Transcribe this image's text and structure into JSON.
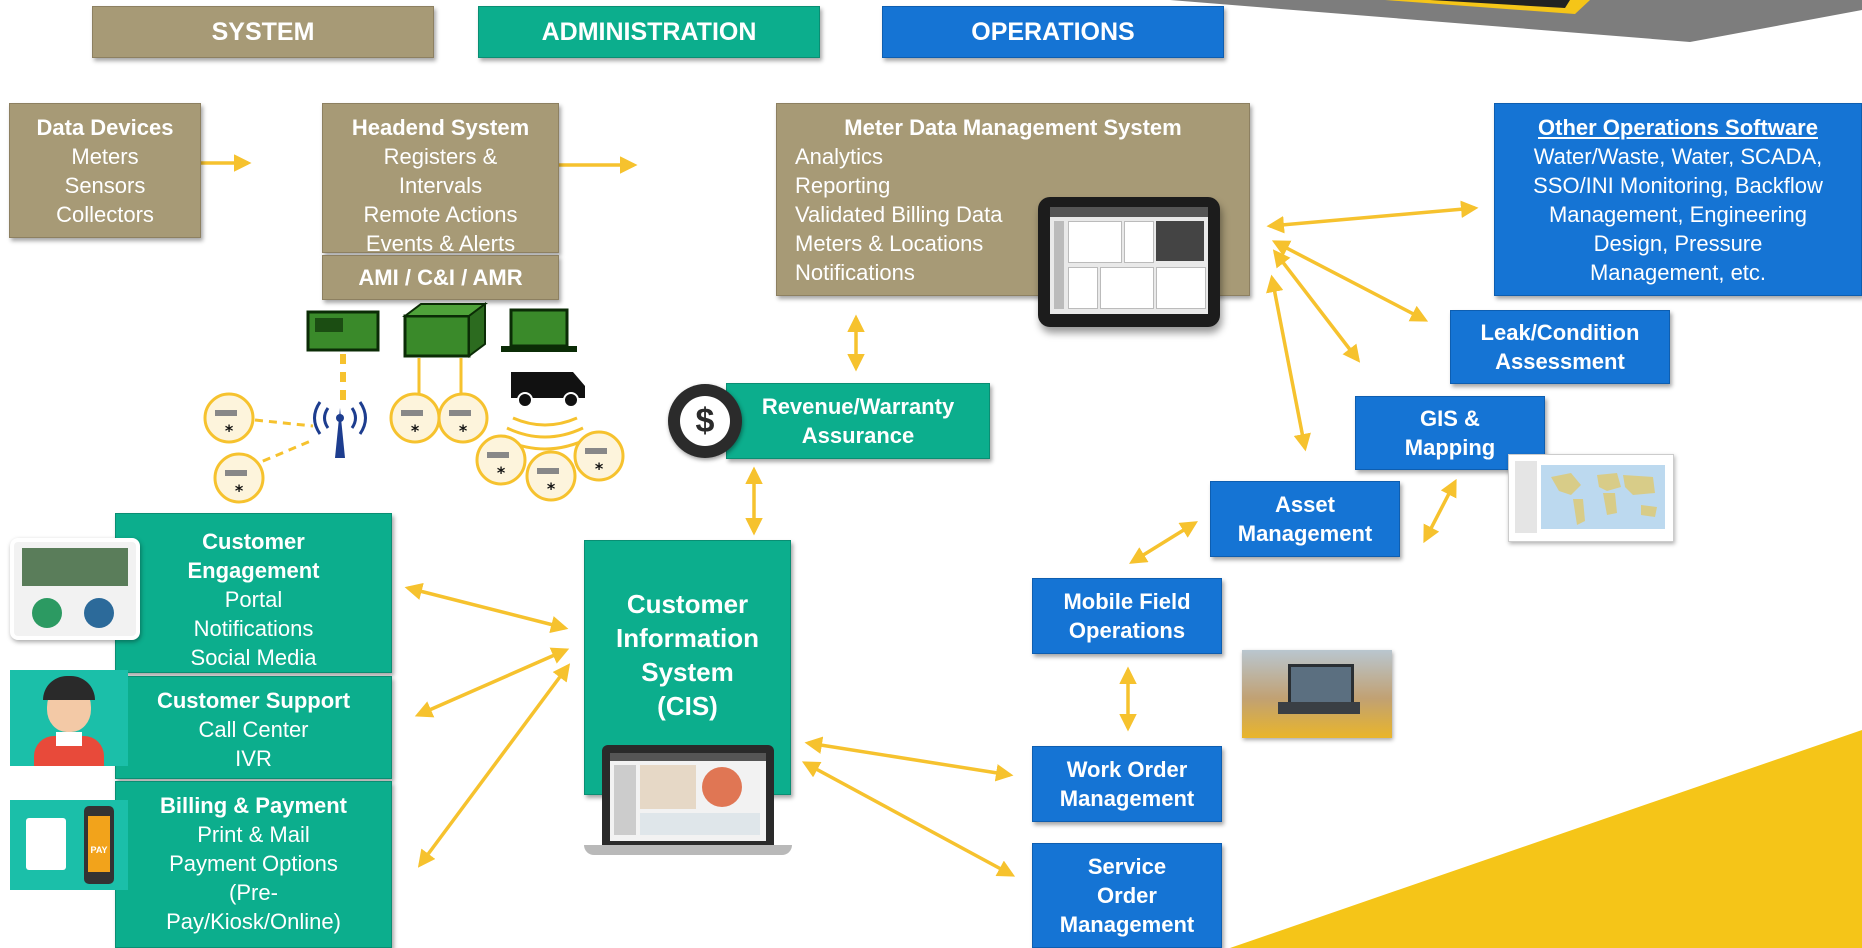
{
  "headers": {
    "system": "SYSTEM",
    "administration": "ADMINISTRATION",
    "operations": "OPERATIONS"
  },
  "data_devices": {
    "title": "Data Devices",
    "lines": [
      "Meters",
      "Sensors",
      "Collectors"
    ]
  },
  "headend": {
    "title": "Headend System",
    "lines": [
      "Registers &",
      "Intervals",
      "Remote Actions",
      "Events & Alerts"
    ],
    "footer": "AMI / C&I / AMR"
  },
  "mdm": {
    "title": "Meter Data Management System",
    "lines": [
      "Analytics",
      "Reporting",
      "Validated Billing Data",
      "Meters & Locations",
      "Notifications"
    ]
  },
  "other_ops": {
    "title": "Other Operations Software",
    "lines": [
      "Water/Waste, Water, SCADA,",
      "SSO/INI Monitoring, Backflow",
      "Management, Engineering",
      "Design, Pressure",
      "Management, etc."
    ]
  },
  "leak": {
    "lines": [
      "Leak/Condition",
      "Assessment"
    ]
  },
  "gis": {
    "lines": [
      "GIS &",
      "Mapping"
    ]
  },
  "asset": {
    "lines": [
      "Asset",
      "Management"
    ]
  },
  "mobile": {
    "lines": [
      "Mobile Field",
      "Operations"
    ]
  },
  "work_order": {
    "lines": [
      "Work Order",
      "Management"
    ]
  },
  "service_order": {
    "lines": [
      "Service",
      "Order",
      "Management"
    ]
  },
  "revenue": {
    "lines": [
      "Revenue/Warranty",
      "Assurance"
    ],
    "icon_symbol": "$"
  },
  "cis": {
    "lines": [
      "Customer",
      "Information",
      "System",
      "(CIS)"
    ]
  },
  "engagement": {
    "title_lines": [
      "Customer",
      "Engagement"
    ],
    "lines": [
      "Portal",
      "Notifications",
      "Social Media"
    ]
  },
  "support": {
    "title": "Customer Support",
    "lines": [
      "Call Center",
      "IVR"
    ]
  },
  "billing": {
    "title": "Billing & Payment",
    "lines": [
      "Print & Mail",
      "Payment Options",
      "(Pre-",
      "Pay/Kiosk/Online)"
    ],
    "pay_badge": "PAY"
  },
  "colors": {
    "tan": "#a79a76",
    "teal": "#0cae8d",
    "blue": "#1574d4",
    "arrow": "#f6c22e",
    "accent_yellow": "#f5c518"
  },
  "icons": [
    "antenna-icon",
    "meter-icon",
    "collector-icon",
    "laptop-icon",
    "truck-icon",
    "dollar-icon",
    "tablet-icon",
    "headset-person-icon",
    "phone-pay-icon",
    "map-icon",
    "field-laptop-photo"
  ]
}
